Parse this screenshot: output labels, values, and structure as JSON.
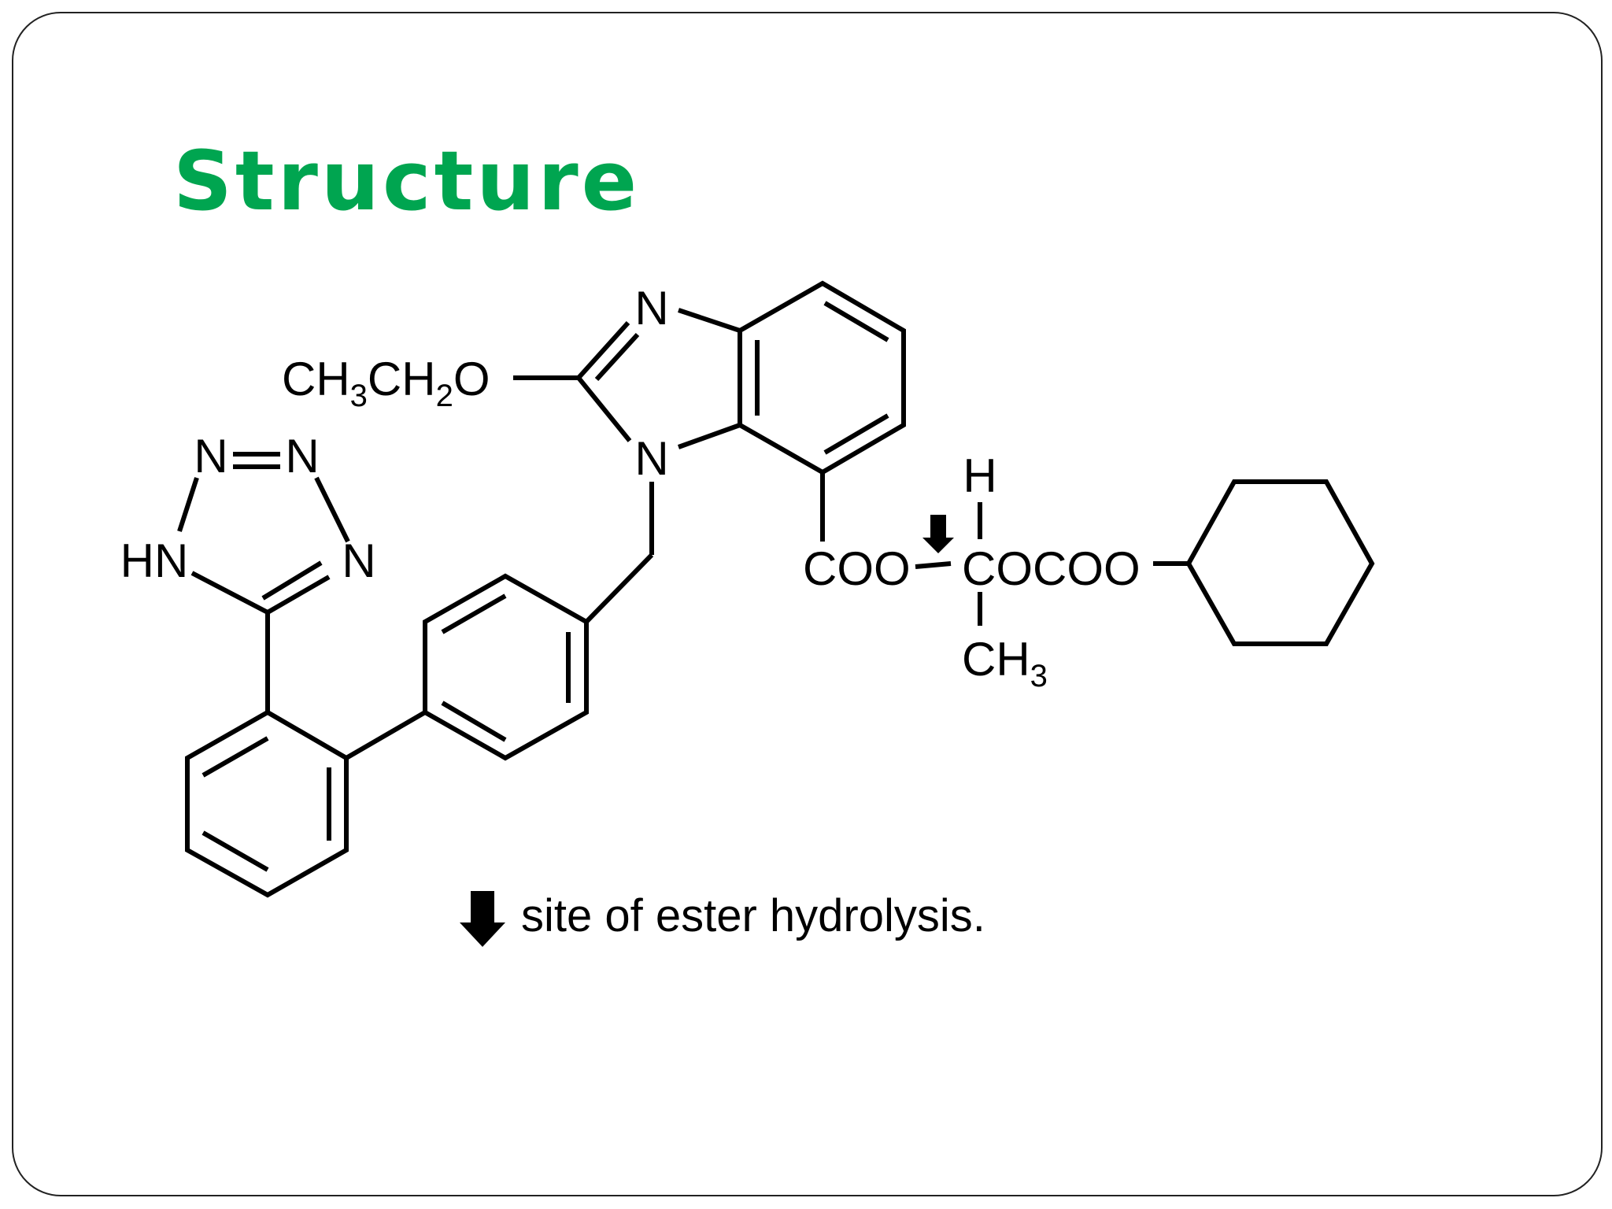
{
  "slide": {
    "title": "Structure",
    "title_color": "#00a550"
  },
  "diagram": {
    "labels": {
      "tetrazole_n1": "N",
      "tetrazole_n2": "N",
      "tetrazole_n3": "N",
      "tetrazole_hn": "HN",
      "imidazole_n_top": "N",
      "imidazole_n_bottom": "N",
      "ethoxy_ch": "CH",
      "ethoxy_sub3": "3",
      "ethoxy_ch2": "CH",
      "ethoxy_sub2": "2",
      "ethoxy_o": "O",
      "ester_coo": "COO",
      "chiral_h": "H",
      "chiral_chain": "COCOO",
      "chiral_ch": "CH",
      "chiral_sub3": "3"
    },
    "legend": {
      "text": "site of ester hydrolysis.",
      "icon": "down-arrow-icon"
    }
  }
}
